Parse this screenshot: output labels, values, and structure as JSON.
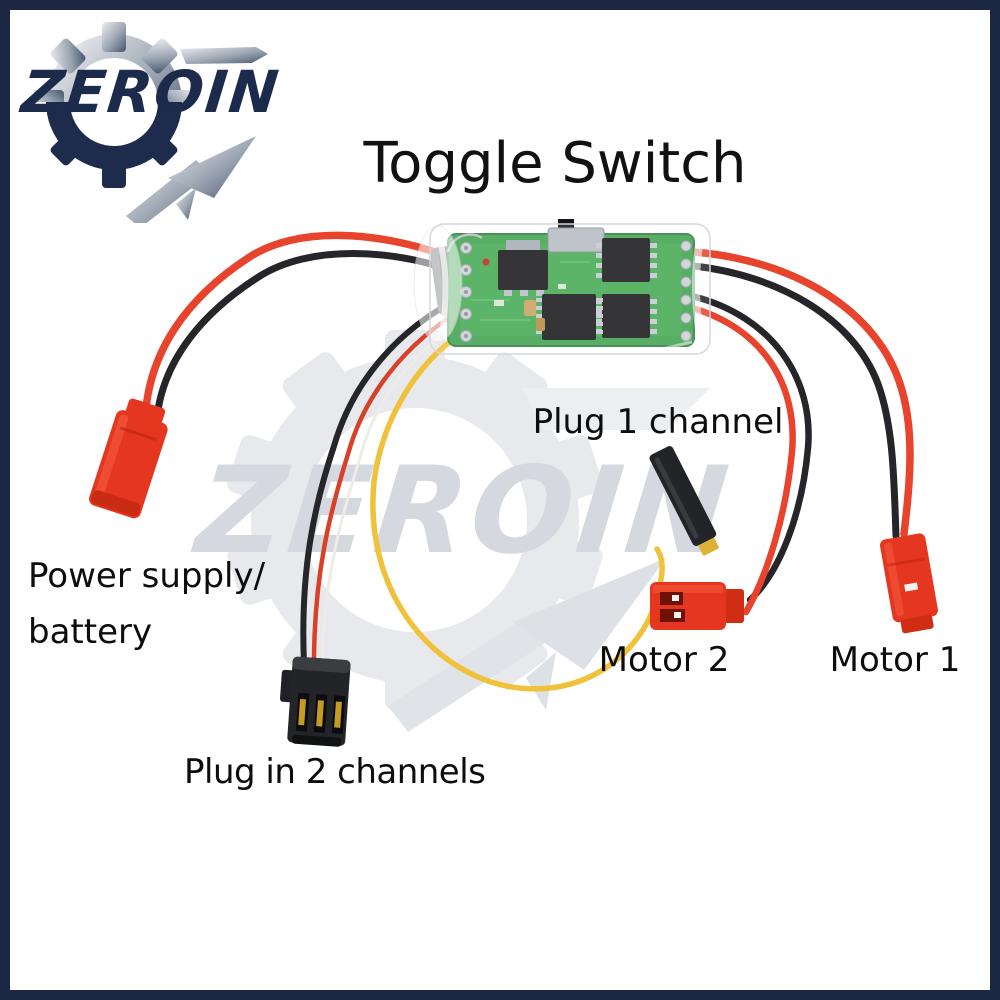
{
  "logo": {
    "brand": "ZEROIN"
  },
  "title": "Toggle Switch",
  "watermark": {
    "brand": "ZEROIN"
  },
  "labels": {
    "plug_1_channel": "Plug 1 channel",
    "power_supply": {
      "line1": "Power supply/",
      "line2": "battery"
    },
    "motor_2": "Motor 2",
    "motor_1": "Motor 1",
    "plug_in_2_channels": "Plug in 2 channels"
  },
  "colors": {
    "frame_border": "#1c2743",
    "logo_navy": "#1d2b4d",
    "title_text": "#111111",
    "label_text": "#0d0d0d",
    "watermark_gray": "#d5d8de",
    "pcb_green": "#3fa34d",
    "wire_red": "#e8432c",
    "wire_black": "#26262a",
    "wire_yellow": "#f0c23c",
    "connector_red": "#e5371f",
    "connector_black": "#232427"
  }
}
